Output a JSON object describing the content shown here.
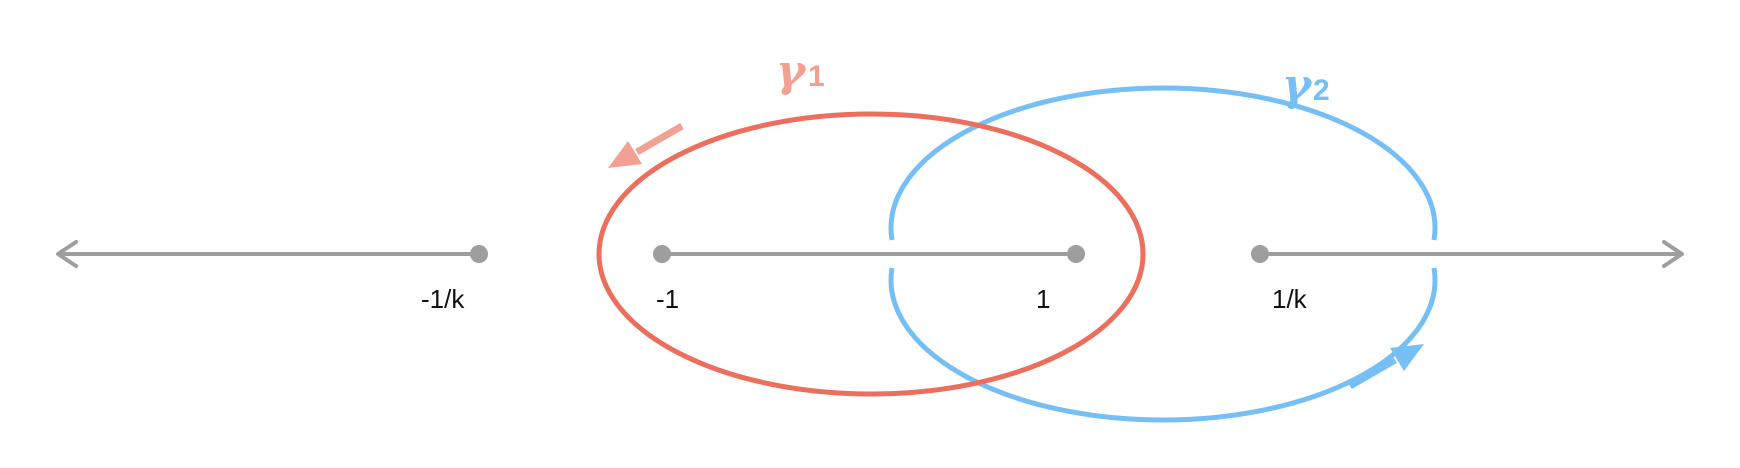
{
  "points": [
    {
      "label": "-1/k"
    },
    {
      "label": "-1"
    },
    {
      "label": "1"
    },
    {
      "label": "1/k"
    }
  ],
  "contours": [
    {
      "symbol": "γ",
      "subscript": "1",
      "color": "#EC6E5C",
      "arrow_color": "#F2A093",
      "direction": "counterclockwise"
    },
    {
      "symbol": "γ",
      "subscript": "2",
      "color": "#76BFF5",
      "arrow_color": "#76BFF5",
      "direction": "counterclockwise"
    }
  ],
  "colors": {
    "axis": "#9E9E9E",
    "points": "#9E9E9E",
    "text": "#111111"
  }
}
